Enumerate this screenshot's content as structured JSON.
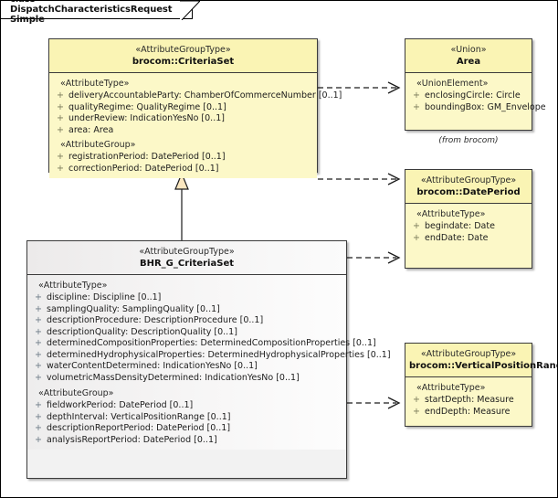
{
  "diagram": {
    "title": "class DispatchCharacteristicsRequest Simple",
    "colors": {
      "class_fill_yellow": "#fcf8c8",
      "class_fill_grey": "#f2f2f2",
      "border": "#3b3b3b",
      "text": "#1c1c1c",
      "visibility_public": "+"
    }
  },
  "classes": {
    "criteria_set": {
      "stereotype": "«AttributeGroupType»",
      "name": "brocom::CriteriaSet",
      "compartments": [
        {
          "group": "«AttributeType»",
          "features": [
            {
              "vis": "+",
              "sig": "deliveryAccountableParty: ChamberOfCommerceNumber [0..1]"
            },
            {
              "vis": "+",
              "sig": "qualityRegime: QualityRegime [0..1]"
            },
            {
              "vis": "+",
              "sig": "underReview: IndicationYesNo [0..1]"
            },
            {
              "vis": "+",
              "sig": "area: Area"
            }
          ]
        },
        {
          "group": "«AttributeGroup»",
          "features": [
            {
              "vis": "+",
              "sig": "registrationPeriod: DatePeriod [0..1]"
            },
            {
              "vis": "+",
              "sig": "correctionPeriod: DatePeriod [0..1]"
            }
          ]
        }
      ]
    },
    "bhr_g_criteria_set": {
      "stereotype": "«AttributeGroupType»",
      "name": "BHR_G_CriteriaSet",
      "compartments": [
        {
          "group": "«AttributeType»",
          "features": [
            {
              "vis": "+",
              "sig": "discipline: Discipline [0..1]"
            },
            {
              "vis": "+",
              "sig": "samplingQuality: SamplingQuality [0..1]"
            },
            {
              "vis": "+",
              "sig": "descriptionProcedure: DescriptionProcedure [0..1]"
            },
            {
              "vis": "+",
              "sig": "descriptionQuality: DescriptionQuality [0..1]"
            },
            {
              "vis": "+",
              "sig": "determinedCompositionProperties: DeterminedCompositionProperties [0..1]"
            },
            {
              "vis": "+",
              "sig": "determinedHydrophysicalProperties: DeterminedHydrophysicalProperties [0..1]"
            },
            {
              "vis": "+",
              "sig": "waterContentDetermined: IndicationYesNo [0..1]"
            },
            {
              "vis": "+",
              "sig": "volumetricMassDensityDetermined: IndicationYesNo [0..1]"
            }
          ]
        },
        {
          "group": "«AttributeGroup»",
          "features": [
            {
              "vis": "+",
              "sig": "fieldworkPeriod: DatePeriod [0..1]"
            },
            {
              "vis": "+",
              "sig": "depthInterval: VerticalPositionRange [0..1]"
            },
            {
              "vis": "+",
              "sig": "descriptionReportPeriod: DatePeriod [0..1]"
            },
            {
              "vis": "+",
              "sig": "analysisReportPeriod: DatePeriod [0..1]"
            }
          ]
        }
      ]
    },
    "area": {
      "stereotype": "«Union»",
      "name": "Area",
      "note": "(from brocom)",
      "compartments": [
        {
          "group": "«UnionElement»",
          "features": [
            {
              "vis": "+",
              "sig": "enclosingCircle: Circle"
            },
            {
              "vis": "+",
              "sig": "boundingBox: GM_Envelope"
            }
          ]
        }
      ]
    },
    "date_period": {
      "stereotype": "«AttributeGroupType»",
      "name": "brocom::DatePeriod",
      "compartments": [
        {
          "group": "«AttributeType»",
          "features": [
            {
              "vis": "+",
              "sig": "begindate: Date"
            },
            {
              "vis": "+",
              "sig": "endDate: Date"
            }
          ]
        }
      ]
    },
    "vertical_position_range": {
      "stereotype": "«AttributeGroupType»",
      "name": "brocom::VerticalPositionRange",
      "compartments": [
        {
          "group": "«AttributeType»",
          "features": [
            {
              "vis": "+",
              "sig": "startDepth: Measure"
            },
            {
              "vis": "+",
              "sig": "endDepth: Measure"
            }
          ]
        }
      ]
    }
  },
  "connectors": [
    {
      "name": "generalization-bhr-to-criteriaset",
      "type": "generalization",
      "from": "BHR_G_CriteriaSet",
      "to": "brocom::CriteriaSet"
    },
    {
      "name": "dependency-criteriaset-to-area",
      "type": "dependency",
      "from": "brocom::CriteriaSet",
      "to": "Area"
    },
    {
      "name": "dependency-criteriaset-to-dateperiod",
      "type": "dependency",
      "from": "brocom::CriteriaSet",
      "to": "brocom::DatePeriod"
    },
    {
      "name": "dependency-bhr-to-dateperiod",
      "type": "dependency",
      "from": "BHR_G_CriteriaSet",
      "to": "brocom::DatePeriod"
    },
    {
      "name": "dependency-bhr-to-verticalpositionrange",
      "type": "dependency",
      "from": "BHR_G_CriteriaSet",
      "to": "brocom::VerticalPositionRange"
    }
  ]
}
